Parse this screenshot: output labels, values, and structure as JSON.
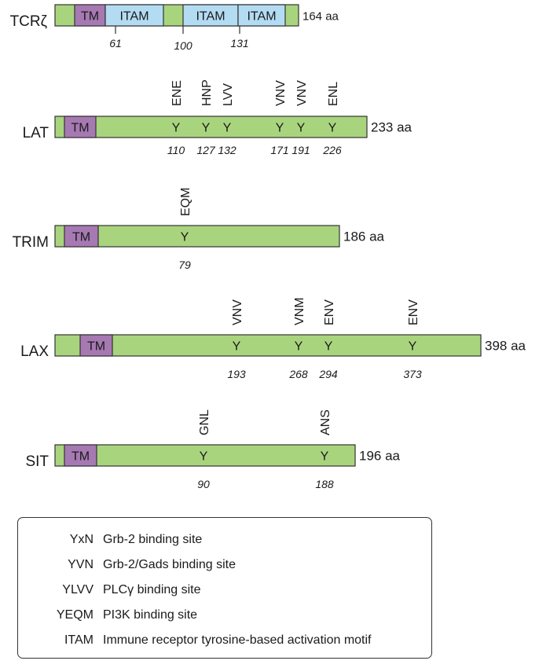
{
  "diagram": {
    "proteins": [
      {
        "id": "tcrz",
        "name": "TCRζ",
        "length_label": "164 aa",
        "length_small": true,
        "domains": [
          {
            "label": "TM",
            "type": "tm"
          },
          {
            "label": "ITAM",
            "type": "itam"
          },
          {
            "label": "ITAM",
            "type": "itam"
          },
          {
            "label": "ITAM",
            "type": "itam"
          }
        ],
        "sites": [],
        "positions": [
          "61",
          "100",
          "131"
        ]
      },
      {
        "id": "lat",
        "name": "LAT",
        "length_label": "233 aa",
        "domains": [
          {
            "label": "TM",
            "type": "tm"
          }
        ],
        "sites": [
          {
            "mark": "Y",
            "motif": "ENE",
            "position": "110"
          },
          {
            "mark": "Y",
            "motif": "HNP",
            "position": "127"
          },
          {
            "mark": "Y",
            "motif": "LVV",
            "position": "132"
          },
          {
            "mark": "Y",
            "motif": "VNV",
            "position": "171"
          },
          {
            "mark": "Y",
            "motif": "VNV",
            "position": "191"
          },
          {
            "mark": "Y",
            "motif": "ENL",
            "position": "226"
          }
        ]
      },
      {
        "id": "trim",
        "name": "TRIM",
        "length_label": "186 aa",
        "domains": [
          {
            "label": "TM",
            "type": "tm"
          }
        ],
        "sites": [
          {
            "mark": "Y",
            "motif": "EQM",
            "position": "79"
          }
        ]
      },
      {
        "id": "lax",
        "name": "LAX",
        "length_label": "398 aa",
        "domains": [
          {
            "label": "TM",
            "type": "tm"
          }
        ],
        "sites": [
          {
            "mark": "Y",
            "motif": "VNV",
            "position": "193"
          },
          {
            "mark": "Y",
            "motif": "VNM",
            "position": "268"
          },
          {
            "mark": "Y",
            "motif": "ENV",
            "position": "294"
          },
          {
            "mark": "Y",
            "motif": "ENV",
            "position": "373"
          }
        ]
      },
      {
        "id": "sit",
        "name": "SIT",
        "length_label": "196 aa",
        "domains": [
          {
            "label": "TM",
            "type": "tm"
          }
        ],
        "sites": [
          {
            "mark": "Y",
            "motif": "GNL",
            "position": "90"
          },
          {
            "mark": "Y",
            "motif": "ANS",
            "position": "188"
          }
        ]
      }
    ],
    "colors": {
      "backbone": "#a9d47e",
      "tm": "#a779b3",
      "itam": "#b3dcf3",
      "outline": "#333333"
    }
  },
  "legend": {
    "items": [
      {
        "code": "YxN",
        "description": "Grb-2 binding site"
      },
      {
        "code": "YVN",
        "description": "Grb-2/Gads binding site"
      },
      {
        "code": "YLVV",
        "description": "PLCγ binding site"
      },
      {
        "code": "YEQM",
        "description": "PI3K binding site"
      },
      {
        "code": "ITAM",
        "description": "Immune receptor tyrosine-based activation motif"
      }
    ]
  }
}
